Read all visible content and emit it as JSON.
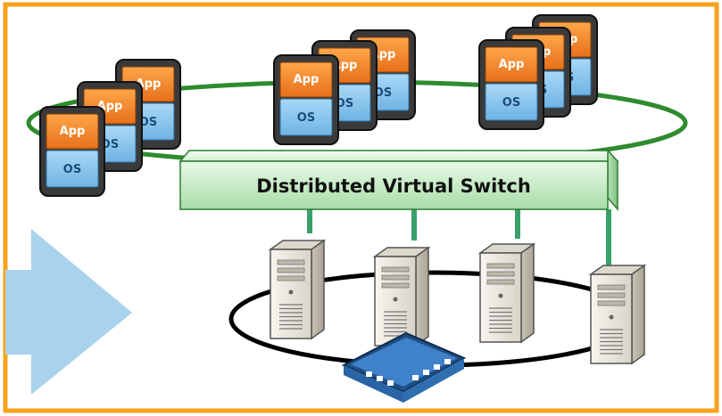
{
  "frame": {
    "border_color": "#f7a21b"
  },
  "colors": {
    "app_orange": "#f0821e",
    "os_blue": "#8fc6ee",
    "vm_case": "#3a3a3a",
    "ring_green": "#2e8b2e",
    "switch_green": "#c9efc9",
    "uplink_green": "#3aa06a",
    "arrow_blue": "#a9d3ec",
    "server_beige": "#efece4",
    "hub_blue": "#2f6fb0"
  },
  "vm": {
    "app_label": "App",
    "os_label": "OS"
  },
  "switch": {
    "label": "Distributed Virtual Switch"
  },
  "icons": [
    "virtual-machine-icon",
    "server-icon",
    "network-hub-icon",
    "right-arrow-icon"
  ]
}
